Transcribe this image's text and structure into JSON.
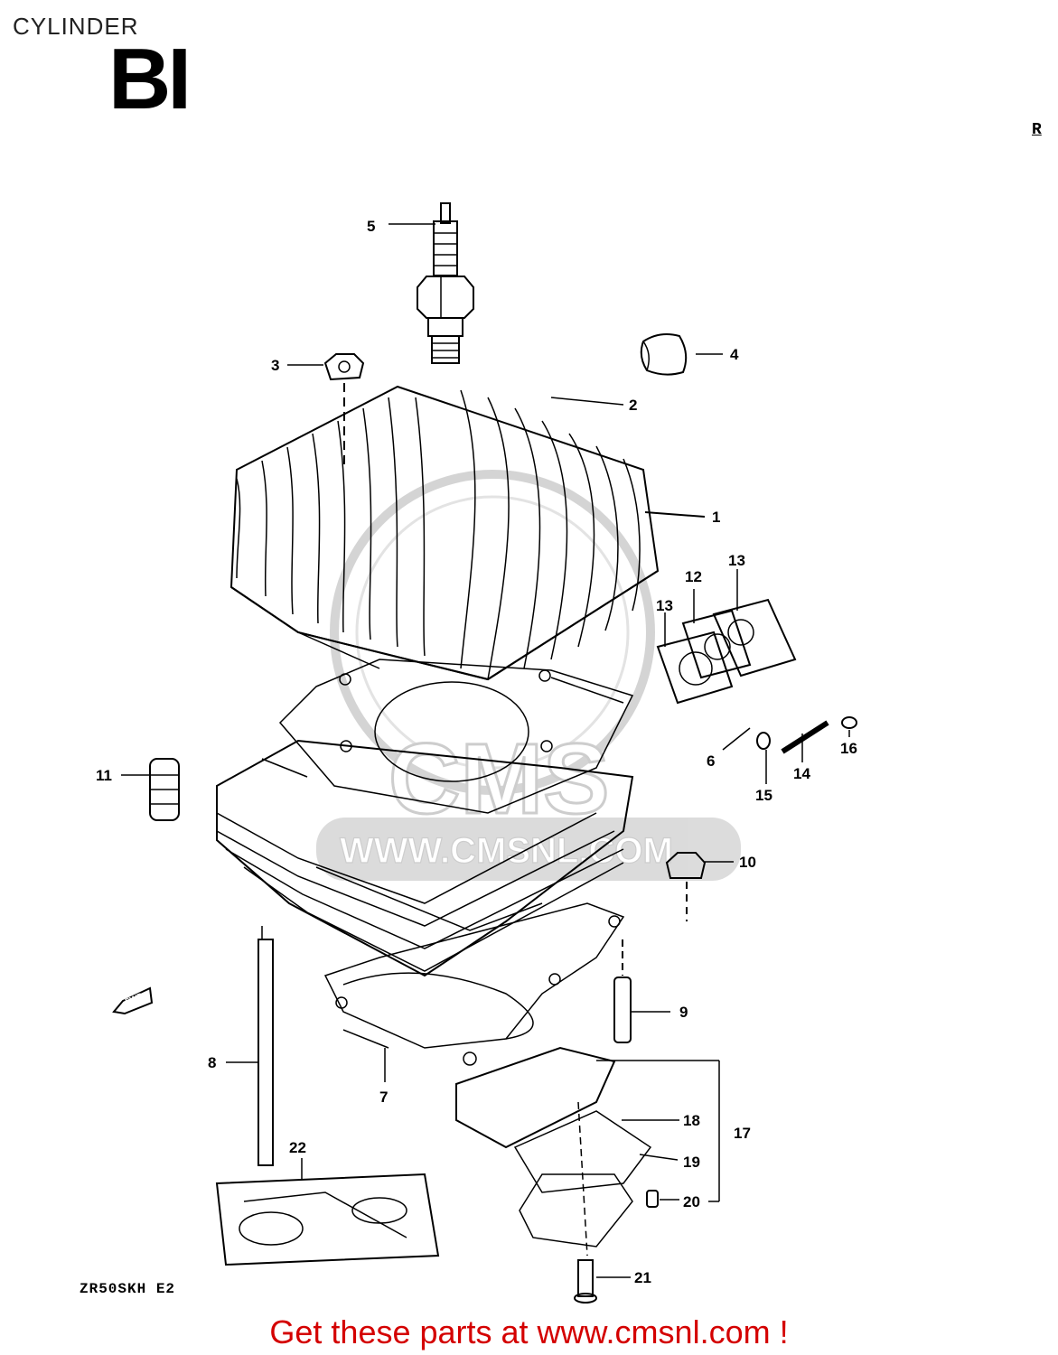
{
  "page": {
    "title": "CYLINDER",
    "section_code": "BI",
    "corner_mark": "R",
    "model_code": "ZR50SKH E2",
    "cta": "Get these parts at www.cmsnl.com !"
  },
  "watermark": {
    "brand": "CMS",
    "url": "WWW.CMSNL.COM"
  },
  "callouts": [
    "1",
    "2",
    "3",
    "4",
    "5",
    "6",
    "7",
    "8",
    "9",
    "10",
    "11",
    "12",
    "13",
    "13",
    "14",
    "15",
    "16",
    "17",
    "18",
    "19",
    "20",
    "21",
    "22"
  ],
  "direction_marker": "FWD",
  "colors": {
    "ink": "#000000",
    "cta": "#d40000",
    "watermark": "#c8c8c8"
  }
}
